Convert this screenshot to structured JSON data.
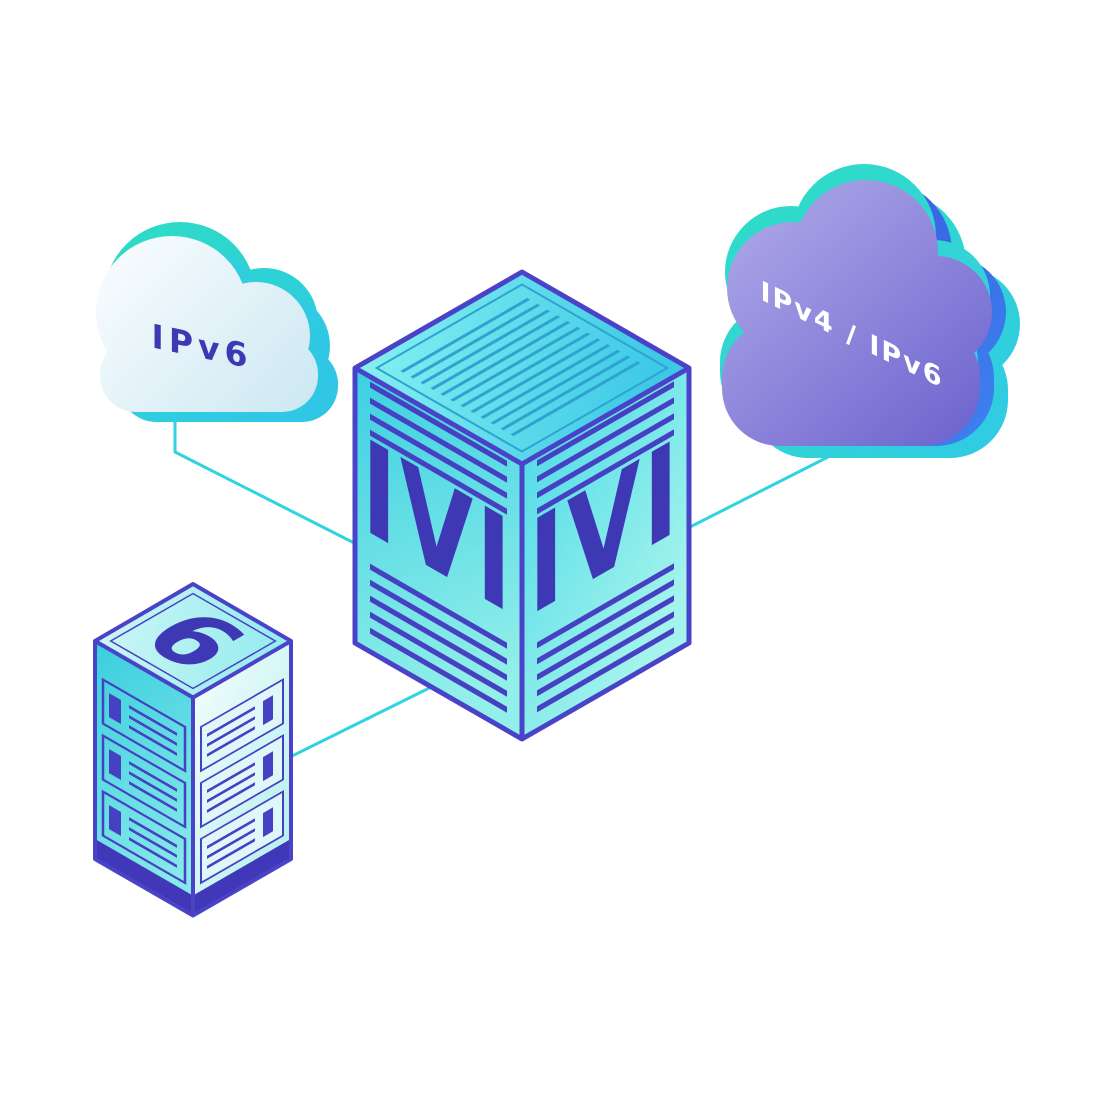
{
  "diagram": {
    "left_cloud": {
      "label": "IPv6"
    },
    "right_cloud": {
      "label": "IPv4 / IPv6"
    },
    "translator_cube": {
      "left_face_label": "IVI",
      "right_face_label": "IVI"
    },
    "server_rack": {
      "top_label": "6"
    }
  },
  "colors": {
    "background": "#ffffff",
    "connector_cyan": "#2fd3e2",
    "edge_indigo": "#4a43c8",
    "label_indigo": "#3f38b5",
    "label_white": "#ffffff",
    "cube_cyan": "#3cc9e6",
    "teal_accent": "#2edcc6",
    "blue_accent": "#3a57dd",
    "cloud_purple": "#8b84d9",
    "cloud_light": "#dceef5"
  }
}
